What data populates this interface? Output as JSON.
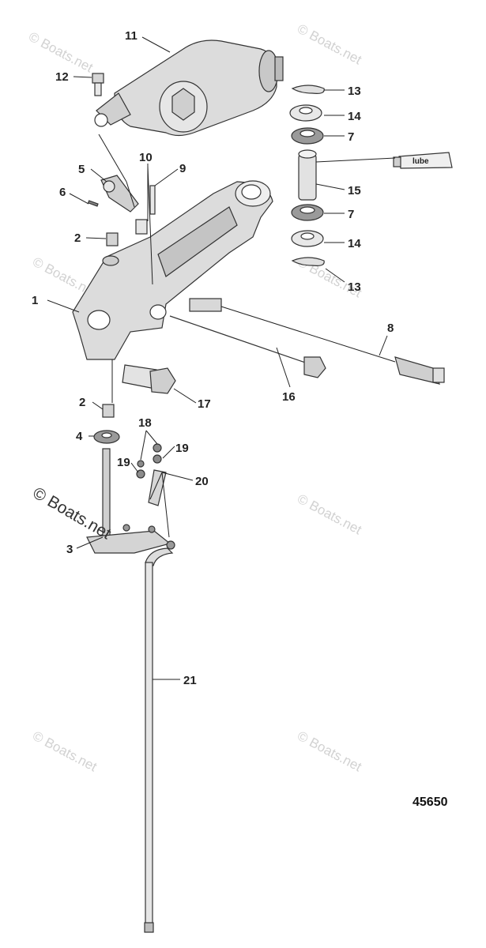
{
  "diagram": {
    "figure_number": "45650",
    "lube_label": "lube",
    "watermark_text": "© Boats.net",
    "callouts": [
      "1",
      "2",
      "2",
      "3",
      "4",
      "5",
      "6",
      "7",
      "7",
      "8",
      "9",
      "10",
      "11",
      "12",
      "13",
      "13",
      "14",
      "14",
      "15",
      "16",
      "17",
      "18",
      "19",
      "19",
      "20",
      "21"
    ],
    "colors": {
      "part_fill": "#dcdcdc",
      "part_shade": "#b8b8b8",
      "line": "#222222",
      "watermark": "#d2d2d2"
    }
  }
}
